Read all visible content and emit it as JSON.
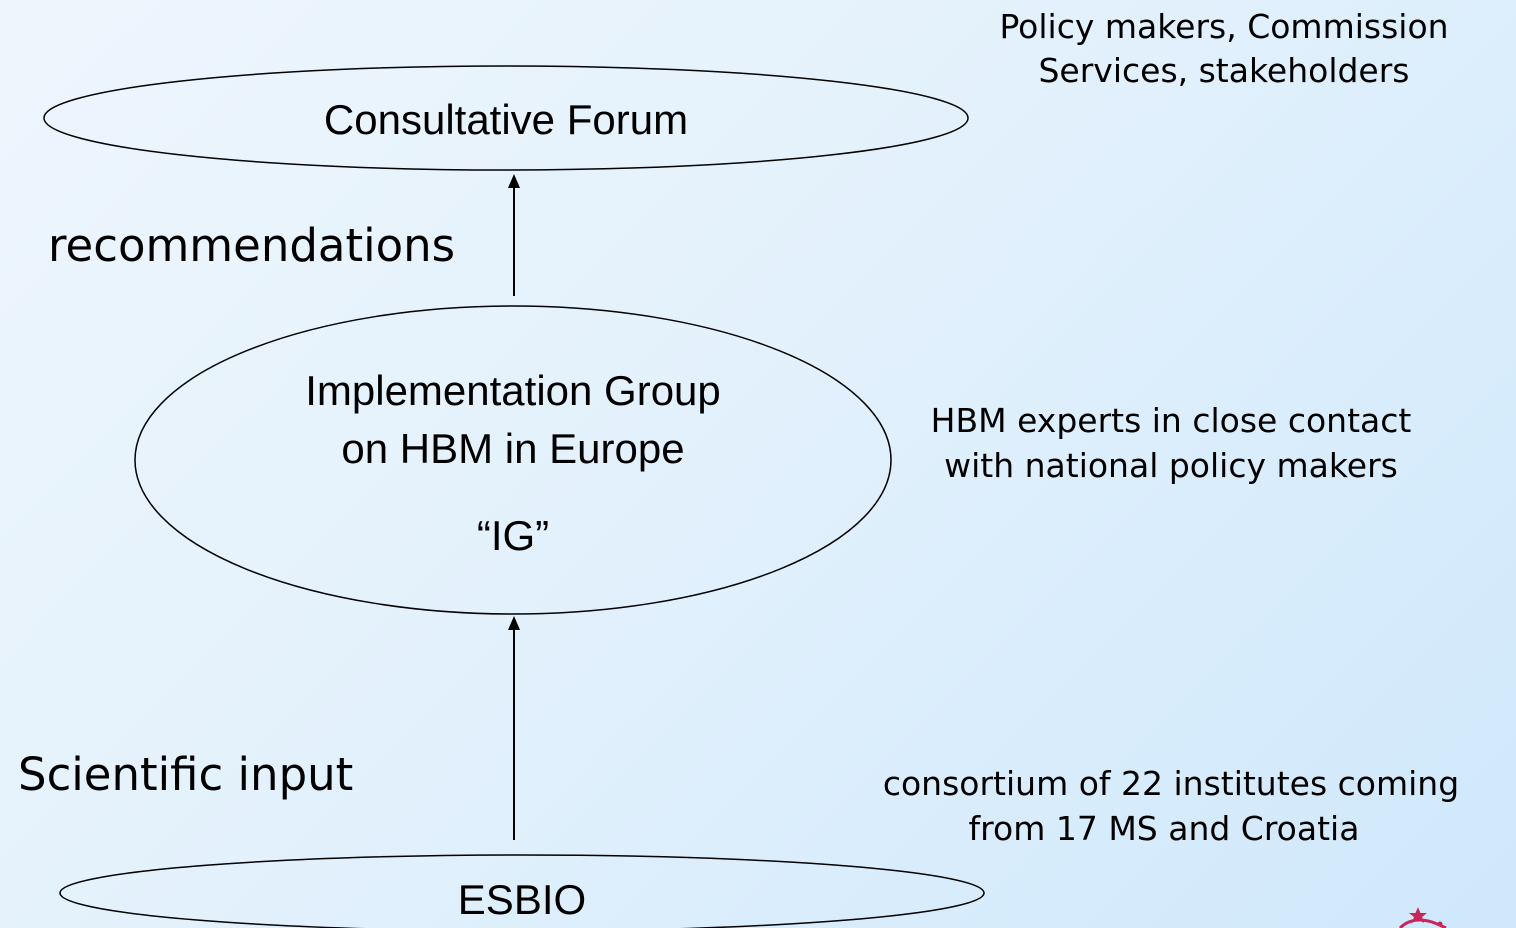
{
  "nodes": {
    "consultative_forum": {
      "label": "Consultative Forum"
    },
    "implementation_group": {
      "line1": "Implementation Group",
      "line2": "on HBM in Europe",
      "line3": "“IG”"
    },
    "esbio": {
      "label": "ESBIO"
    }
  },
  "edges": {
    "recommendations": {
      "label": "recommendations"
    },
    "scientific_input": {
      "label": "Scientific input"
    }
  },
  "notes": {
    "policy_makers": {
      "line1": "Policy makers, Commission",
      "line2": "Services, stakeholders"
    },
    "hbm_experts": {
      "line1": "HBM experts in close contact",
      "line2": "with national policy makers"
    },
    "consortium": {
      "line1": "consortium of 22 institutes coming",
      "line2": "from 17 MS and Croatia"
    }
  },
  "colors": {
    "background_light": "#eef6fd",
    "background_dark": "#cfe8fb",
    "logo_accent": "#c8265a"
  }
}
